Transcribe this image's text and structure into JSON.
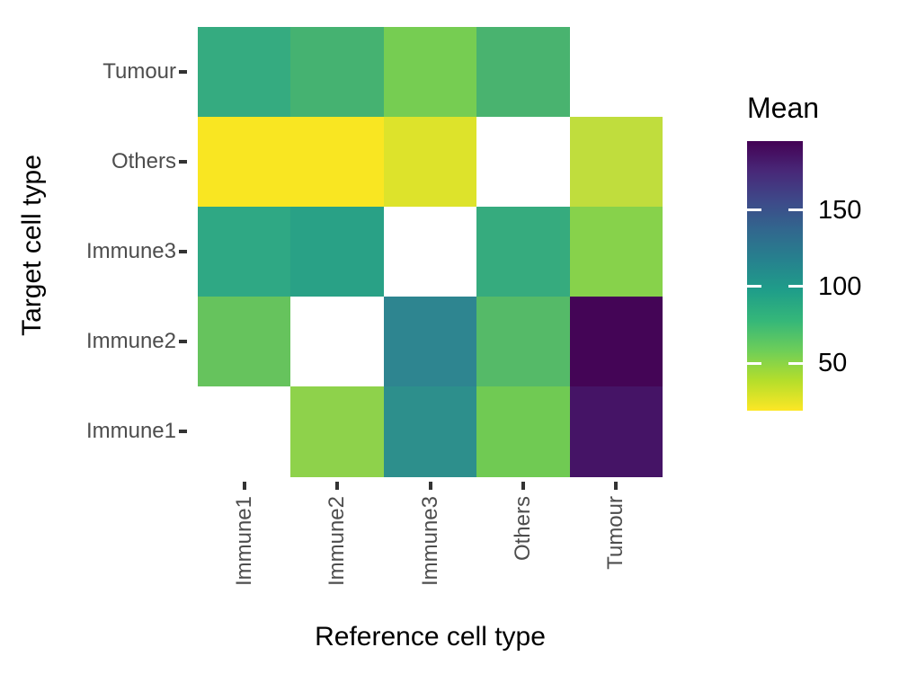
{
  "chart_data": {
    "type": "heatmap",
    "xlabel": "Reference cell type",
    "ylabel": "Target cell type",
    "x_categories": [
      "Immune1",
      "Immune2",
      "Immune3",
      "Others",
      "Tumour"
    ],
    "y_categories_top_to_bottom": [
      "Tumour",
      "Others",
      "Immune3",
      "Immune2",
      "Immune1"
    ],
    "na_color": "#ffffff",
    "grid": false,
    "rows": [
      {
        "target": "Tumour",
        "cells": [
          {
            "value": 85,
            "color": "#35ab80"
          },
          {
            "value": 75,
            "color": "#45b271"
          },
          {
            "value": 52,
            "color": "#76cd52"
          },
          {
            "value": 73,
            "color": "#49b36f"
          },
          null
        ]
      },
      {
        "target": "Others",
        "cells": [
          {
            "value": 22,
            "color": "#f9e622"
          },
          {
            "value": 22,
            "color": "#f9e622"
          },
          {
            "value": 28,
            "color": "#dde32b"
          },
          null,
          {
            "value": 35,
            "color": "#c0dd3d"
          }
        ]
      },
      {
        "target": "Immune3",
        "cells": [
          {
            "value": 87,
            "color": "#2fa884"
          },
          {
            "value": 91,
            "color": "#29a186"
          },
          null,
          {
            "value": 81,
            "color": "#36ab7e"
          },
          {
            "value": 48,
            "color": "#87d24b"
          }
        ]
      },
      {
        "target": "Immune2",
        "cells": [
          {
            "value": 58,
            "color": "#66c35d"
          },
          null,
          {
            "value": 122,
            "color": "#2e8590"
          },
          {
            "value": 66,
            "color": "#55ba68"
          },
          {
            "value": 194,
            "color": "#440556"
          }
        ]
      },
      {
        "target": "Immune1",
        "cells": [
          null,
          {
            "value": 45,
            "color": "#8ed24b"
          },
          {
            "value": 110,
            "color": "#2d8f8c"
          },
          {
            "value": 54,
            "color": "#70ca53"
          },
          {
            "value": 186,
            "color": "#451466"
          }
        ]
      }
    ],
    "legend": {
      "title": "Mean",
      "ticks": [
        150,
        100,
        50
      ],
      "range_min": 19,
      "range_max": 195,
      "colormap": "viridis (reversed: high = dark purple, low = yellow)",
      "gradient_top_to_bottom": [
        "#440154",
        "#482878",
        "#3e4989",
        "#31688e",
        "#26828e",
        "#1f9e89",
        "#35b779",
        "#6ece58",
        "#b5de2b",
        "#fde725"
      ],
      "legend_position": "right"
    }
  },
  "style": {
    "background": "#ffffff",
    "tick_label_color": "#4d4d4d",
    "tick_mark_color": "#333333",
    "title_color": "#000000",
    "colorbar_tick_color": "#ffffff"
  }
}
